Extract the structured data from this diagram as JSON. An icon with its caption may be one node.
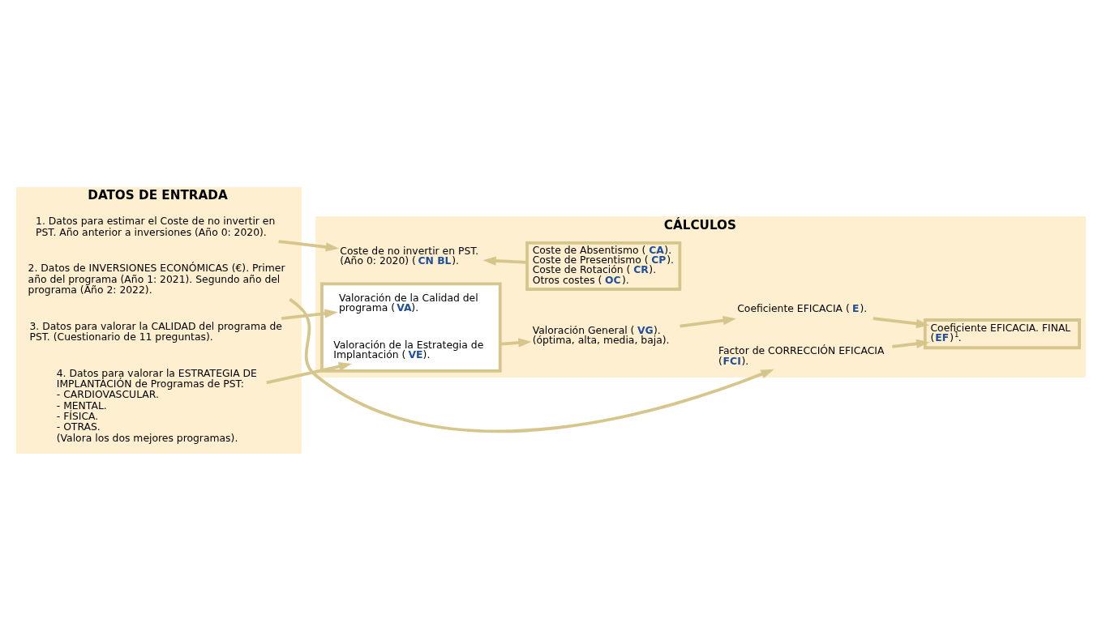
{
  "diagram": {
    "nodes": [
      {
        "text": [
          "DATOS DE ENTRADA"
        ]
      },
      {
        "text": [
          "1. Datos para estimar el Coste de no invertir en PST. Año anterior a inversiones (Año 0: 2020)."
        ],
        "in": 0
      },
      {
        "text": [
          "2. Datos de INVERSIONES ECONÓMICAS (€). Primer año del programa (Año 1: 2021). Segundo año del programa (Año 2: 2022)."
        ],
        "in": 0
      },
      {
        "text": [
          "3. Datos para valorar la CALIDAD del programa de PST. (Cuestionario de 11 preguntas)."
        ],
        "in": 0
      },
      {
        "text": [
          "4. Datos para valorar la ESTRATEGIA DE IMPLANTACIÓN de Programas de PST:",
          "- CARDIOVASCULAR.",
          "- MENTAL.",
          "- FÍSICA.",
          "- OTRAS.",
          "(Valora los dos mejores programas)."
        ],
        "in": 0
      },
      {
        "text": [
          "CÁLCULOS"
        ]
      },
      {
        "text": [
          "Coste de no invertir en PST. (Año 0: 2020) (**CN BL**)."
        ],
        "in": 5
      },
      {
        "text": [
          "Coste de Absentismo (**CA**).",
          "Coste de Presentismo (**CP**).",
          "Coste de Rotación (**CR**).",
          "Otros costes (**OC**)."
        ],
        "in": 5
      },
      {
        "text": [
          "Factor de CORRECCIÓN EFICACIA (**FCI**)."
        ],
        "in": 5
      },
      {
        "text": [],
        "shape": "box",
        "in": 5
      },
      {
        "text": [
          "Valoración de la Calidad del programa (**VA**)."
        ],
        "in": 9
      },
      {
        "text": [
          "Valoración de la Estrategia de Implantación (**VE**)."
        ],
        "in": 9
      },
      {
        "text": [
          "Valoración General (**VG**). (óptima, alta, media, baja)."
        ],
        "in": 5
      },
      {
        "text": [
          "Coeficiente EFICACIA (**E**)."
        ],
        "in": 5
      },
      {
        "text": [
          "Coeficiente EFICACIA. FINAL (**EF**)$^{1}$."
        ],
        "in": 5
      }
    ],
    "edges": [
      {
        "from": 1,
        "to": 6,
        "arrow": "to"
      },
      {
        "from": 7,
        "to": 6,
        "arrow": "to"
      },
      {
        "from": 2,
        "to": 8,
        "arrow": "to"
      },
      {
        "from": 3,
        "to": 10,
        "arrow": "to"
      },
      {
        "from": 4,
        "to": 11,
        "arrow": "to"
      },
      {
        "from": 9,
        "to": 12,
        "arrow": "to"
      },
      {
        "from": 12,
        "to": 13,
        "arrow": "to"
      },
      {
        "from": 8,
        "to": 14,
        "arrow": "to"
      },
      {
        "from": 13,
        "to": 14,
        "arrow": "to"
      }
    ]
  }
}
